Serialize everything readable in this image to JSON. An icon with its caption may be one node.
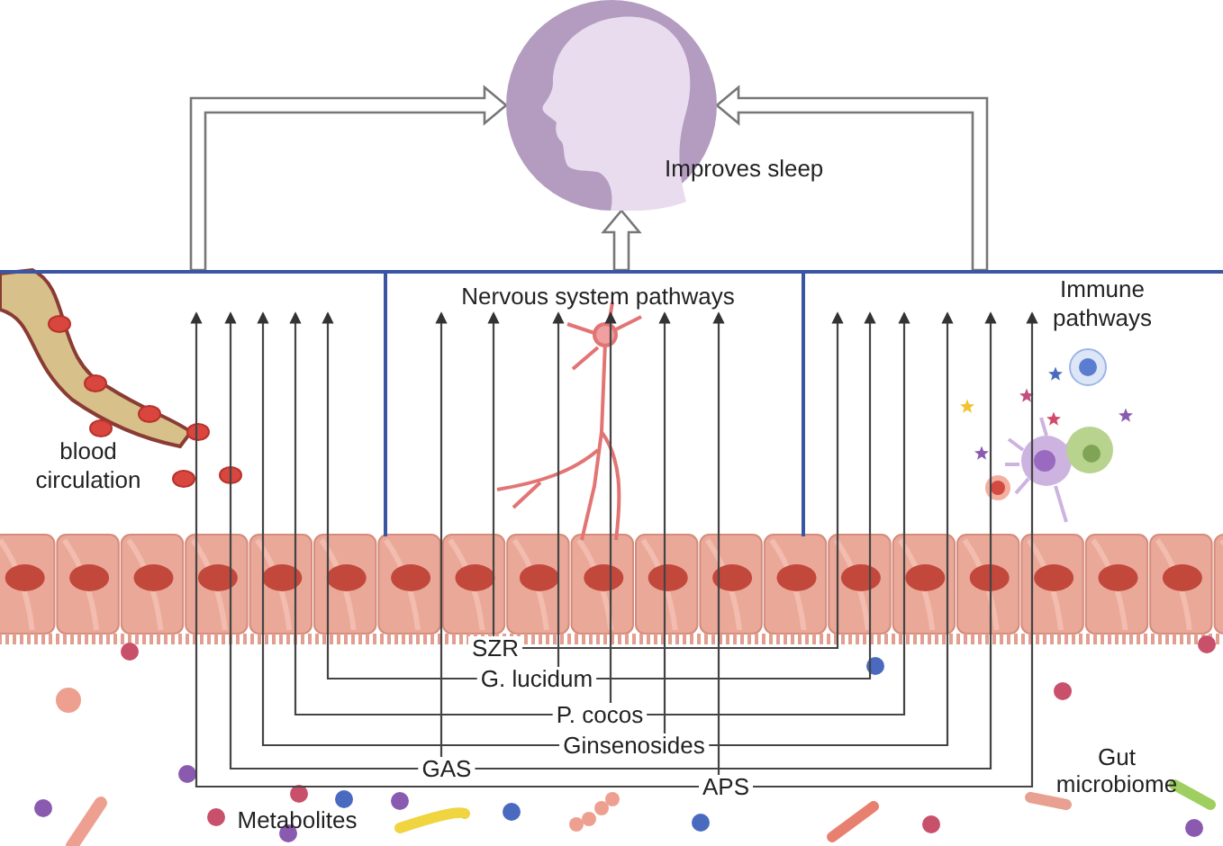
{
  "diagram": {
    "nodes": [
      {
        "text": [
          "Improves sleep"
        ]
      },
      {
        "text": [
          "blood circulation"
        ]
      },
      {
        "text": [
          "Nervous system pathways"
        ]
      },
      {
        "text": [
          "Immune pathways"
        ]
      },
      {
        "text": [
          "SZR"
        ]
      },
      {
        "text": [
          "G. lucidum"
        ]
      },
      {
        "text": [
          "P. cocos"
        ]
      },
      {
        "text": [
          "Ginsenosides"
        ]
      },
      {
        "text": [
          "GAS"
        ]
      },
      {
        "text": [
          "APS"
        ]
      }
    ],
    "edges": [
      {
        "from": 1,
        "to": 0,
        "arrow": "to",
        "style": "thick"
      },
      {
        "from": 2,
        "to": 0,
        "arrow": "to",
        "style": "thick"
      },
      {
        "from": 3,
        "to": 0,
        "arrow": "to",
        "style": "thick"
      },
      {
        "from": 4,
        "to": 2,
        "arrow": "to"
      },
      {
        "from": 4,
        "to": 3,
        "arrow": "to"
      },
      {
        "from": 5,
        "to": 1,
        "arrow": "to"
      },
      {
        "from": 5,
        "to": 2,
        "arrow": "to"
      },
      {
        "from": 5,
        "to": 3,
        "arrow": "to"
      },
      {
        "from": 6,
        "to": 1,
        "arrow": "to"
      },
      {
        "from": 6,
        "to": 2,
        "arrow": "to"
      },
      {
        "from": 6,
        "to": 3,
        "arrow": "to"
      },
      {
        "from": 7,
        "to": 1,
        "arrow": "to"
      },
      {
        "from": 7,
        "to": 2,
        "arrow": "to"
      },
      {
        "from": 7,
        "to": 3,
        "arrow": "to"
      },
      {
        "from": 8,
        "to": 1,
        "arrow": "to"
      },
      {
        "from": 8,
        "to": 2,
        "arrow": "to"
      },
      {
        "from": 8,
        "to": 3,
        "arrow": "to"
      },
      {
        "from": 9,
        "to": 1,
        "arrow": "to"
      },
      {
        "from": 9,
        "to": 2,
        "arrow": "to"
      },
      {
        "from": 9,
        "to": 3,
        "arrow": "to"
      }
    ],
    "labels": [
      "Metabolites",
      "Gut microbiome"
    ]
  }
}
